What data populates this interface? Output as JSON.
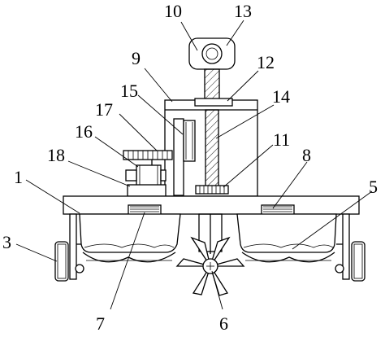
{
  "callouts": {
    "c1": "1",
    "c3": "3",
    "c5": "5",
    "c6": "6",
    "c7": "7",
    "c8": "8",
    "c9": "9",
    "c10": "10",
    "c11": "11",
    "c12": "12",
    "c13": "13",
    "c14": "14",
    "c15": "15",
    "c16": "16",
    "c17": "17",
    "c18": "18"
  }
}
